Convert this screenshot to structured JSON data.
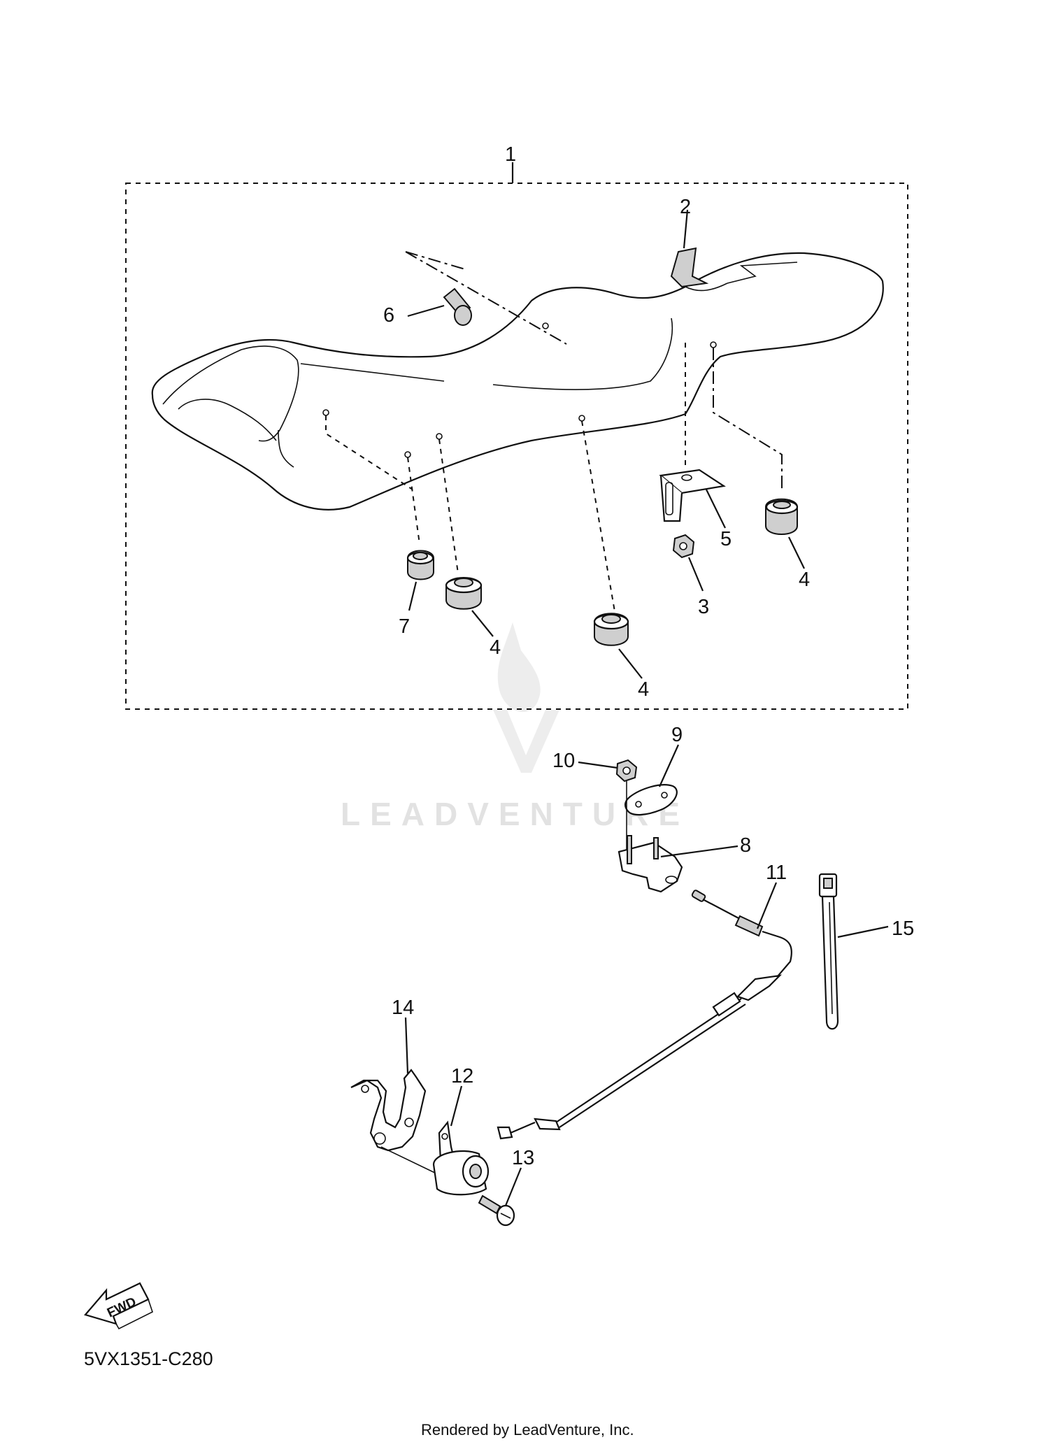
{
  "diagram": {
    "callouts": [
      {
        "id": "c1",
        "text": "1"
      },
      {
        "id": "c2",
        "text": "2"
      },
      {
        "id": "c3",
        "text": "3"
      },
      {
        "id": "c4a",
        "text": "4"
      },
      {
        "id": "c4b",
        "text": "4"
      },
      {
        "id": "c4c",
        "text": "4"
      },
      {
        "id": "c5",
        "text": "5"
      },
      {
        "id": "c6",
        "text": "6"
      },
      {
        "id": "c7",
        "text": "7"
      },
      {
        "id": "c8",
        "text": "8"
      },
      {
        "id": "c9",
        "text": "9"
      },
      {
        "id": "c10",
        "text": "10"
      },
      {
        "id": "c11",
        "text": "11"
      },
      {
        "id": "c12",
        "text": "12"
      },
      {
        "id": "c13",
        "text": "13"
      },
      {
        "id": "c14",
        "text": "14"
      },
      {
        "id": "c15",
        "text": "15"
      }
    ],
    "fwd_label": "FWD",
    "diagram_code": "5VX1351-C280",
    "footer_text": "Rendered by LeadVenture, Inc.",
    "watermark_text": "LEADVENTURE",
    "colors": {
      "line": "#111111",
      "fill": "#cfcfcf",
      "watermark": "#e2e2e2"
    }
  }
}
